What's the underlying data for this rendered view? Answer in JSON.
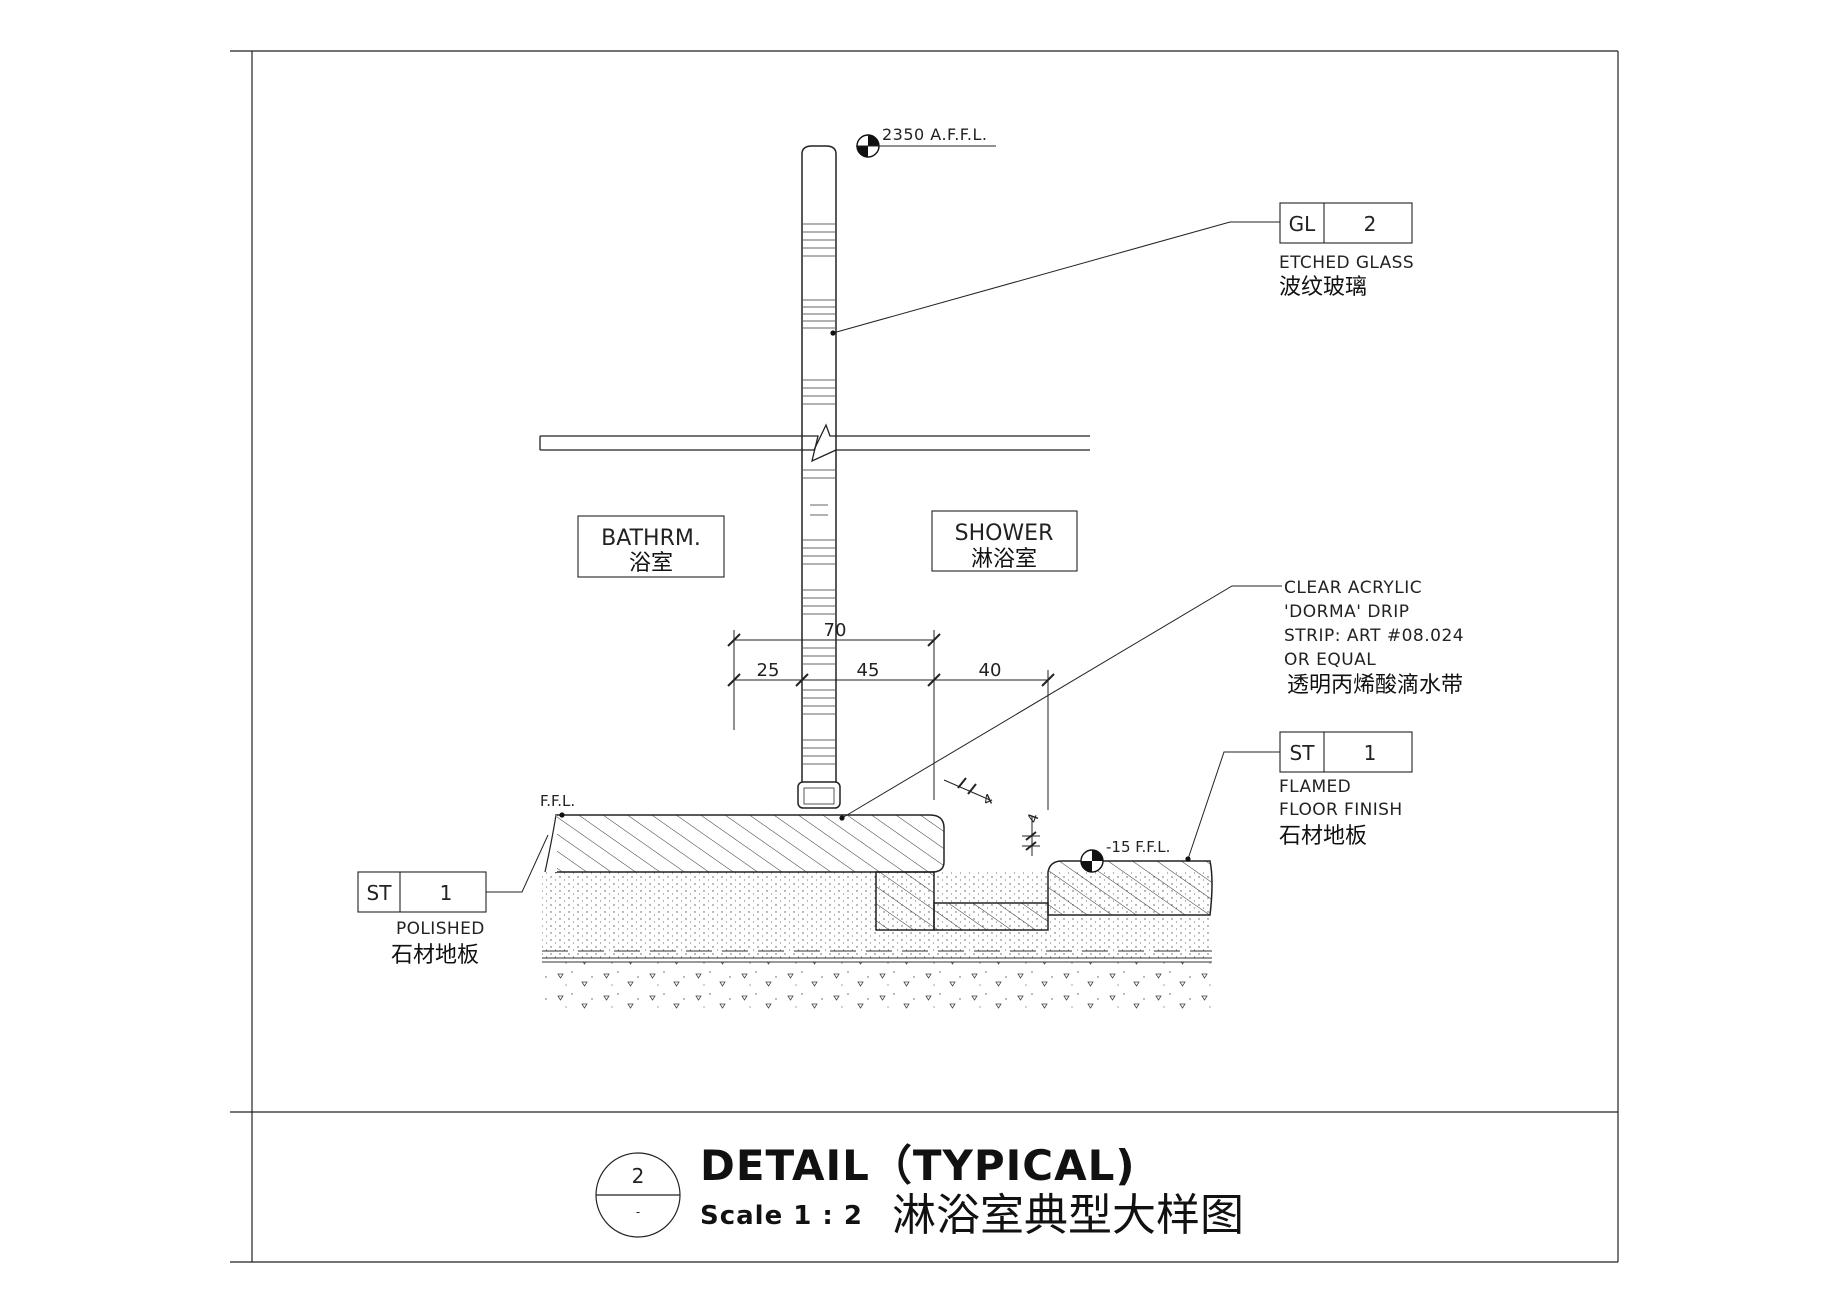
{
  "elevation_top": "2350 A.F.F.L.",
  "tag_glass": {
    "code": "GL",
    "num": "2",
    "label_en": "ETCHED GLASS",
    "label_cn": "波纹玻璃"
  },
  "room_left": {
    "en": "BATHRM.",
    "cn": "浴室"
  },
  "room_right": {
    "en": "SHOWER",
    "cn": "淋浴室"
  },
  "acrylic_note": {
    "lines": [
      "CLEAR ACRYLIC",
      "'DORMA' DRIP",
      "STRIP: ART #08.024",
      "OR EQUAL"
    ],
    "cn": "透明丙烯酸滴水带"
  },
  "dimensions": {
    "total": "70",
    "d1": "25",
    "d2": "45",
    "d3": "40",
    "small1": "4",
    "small2": "4"
  },
  "tag_floor_right": {
    "code": "ST",
    "num": "1",
    "label_en_1": "FLAMED",
    "label_en_2": "FLOOR FINISH",
    "label_cn": "石材地板"
  },
  "tag_floor_left": {
    "code": "ST",
    "num": "1",
    "label_en": "POLISHED",
    "label_cn": "石材地板"
  },
  "ffl_label": "F.F.L.",
  "elevation_low": "-15 F.F.L.",
  "title_block": {
    "number": "2",
    "sub": "-",
    "title": "DETAIL（TYPICAL)",
    "scale": "Scale 1 : 2",
    "title_cn": "淋浴室典型大样图"
  }
}
